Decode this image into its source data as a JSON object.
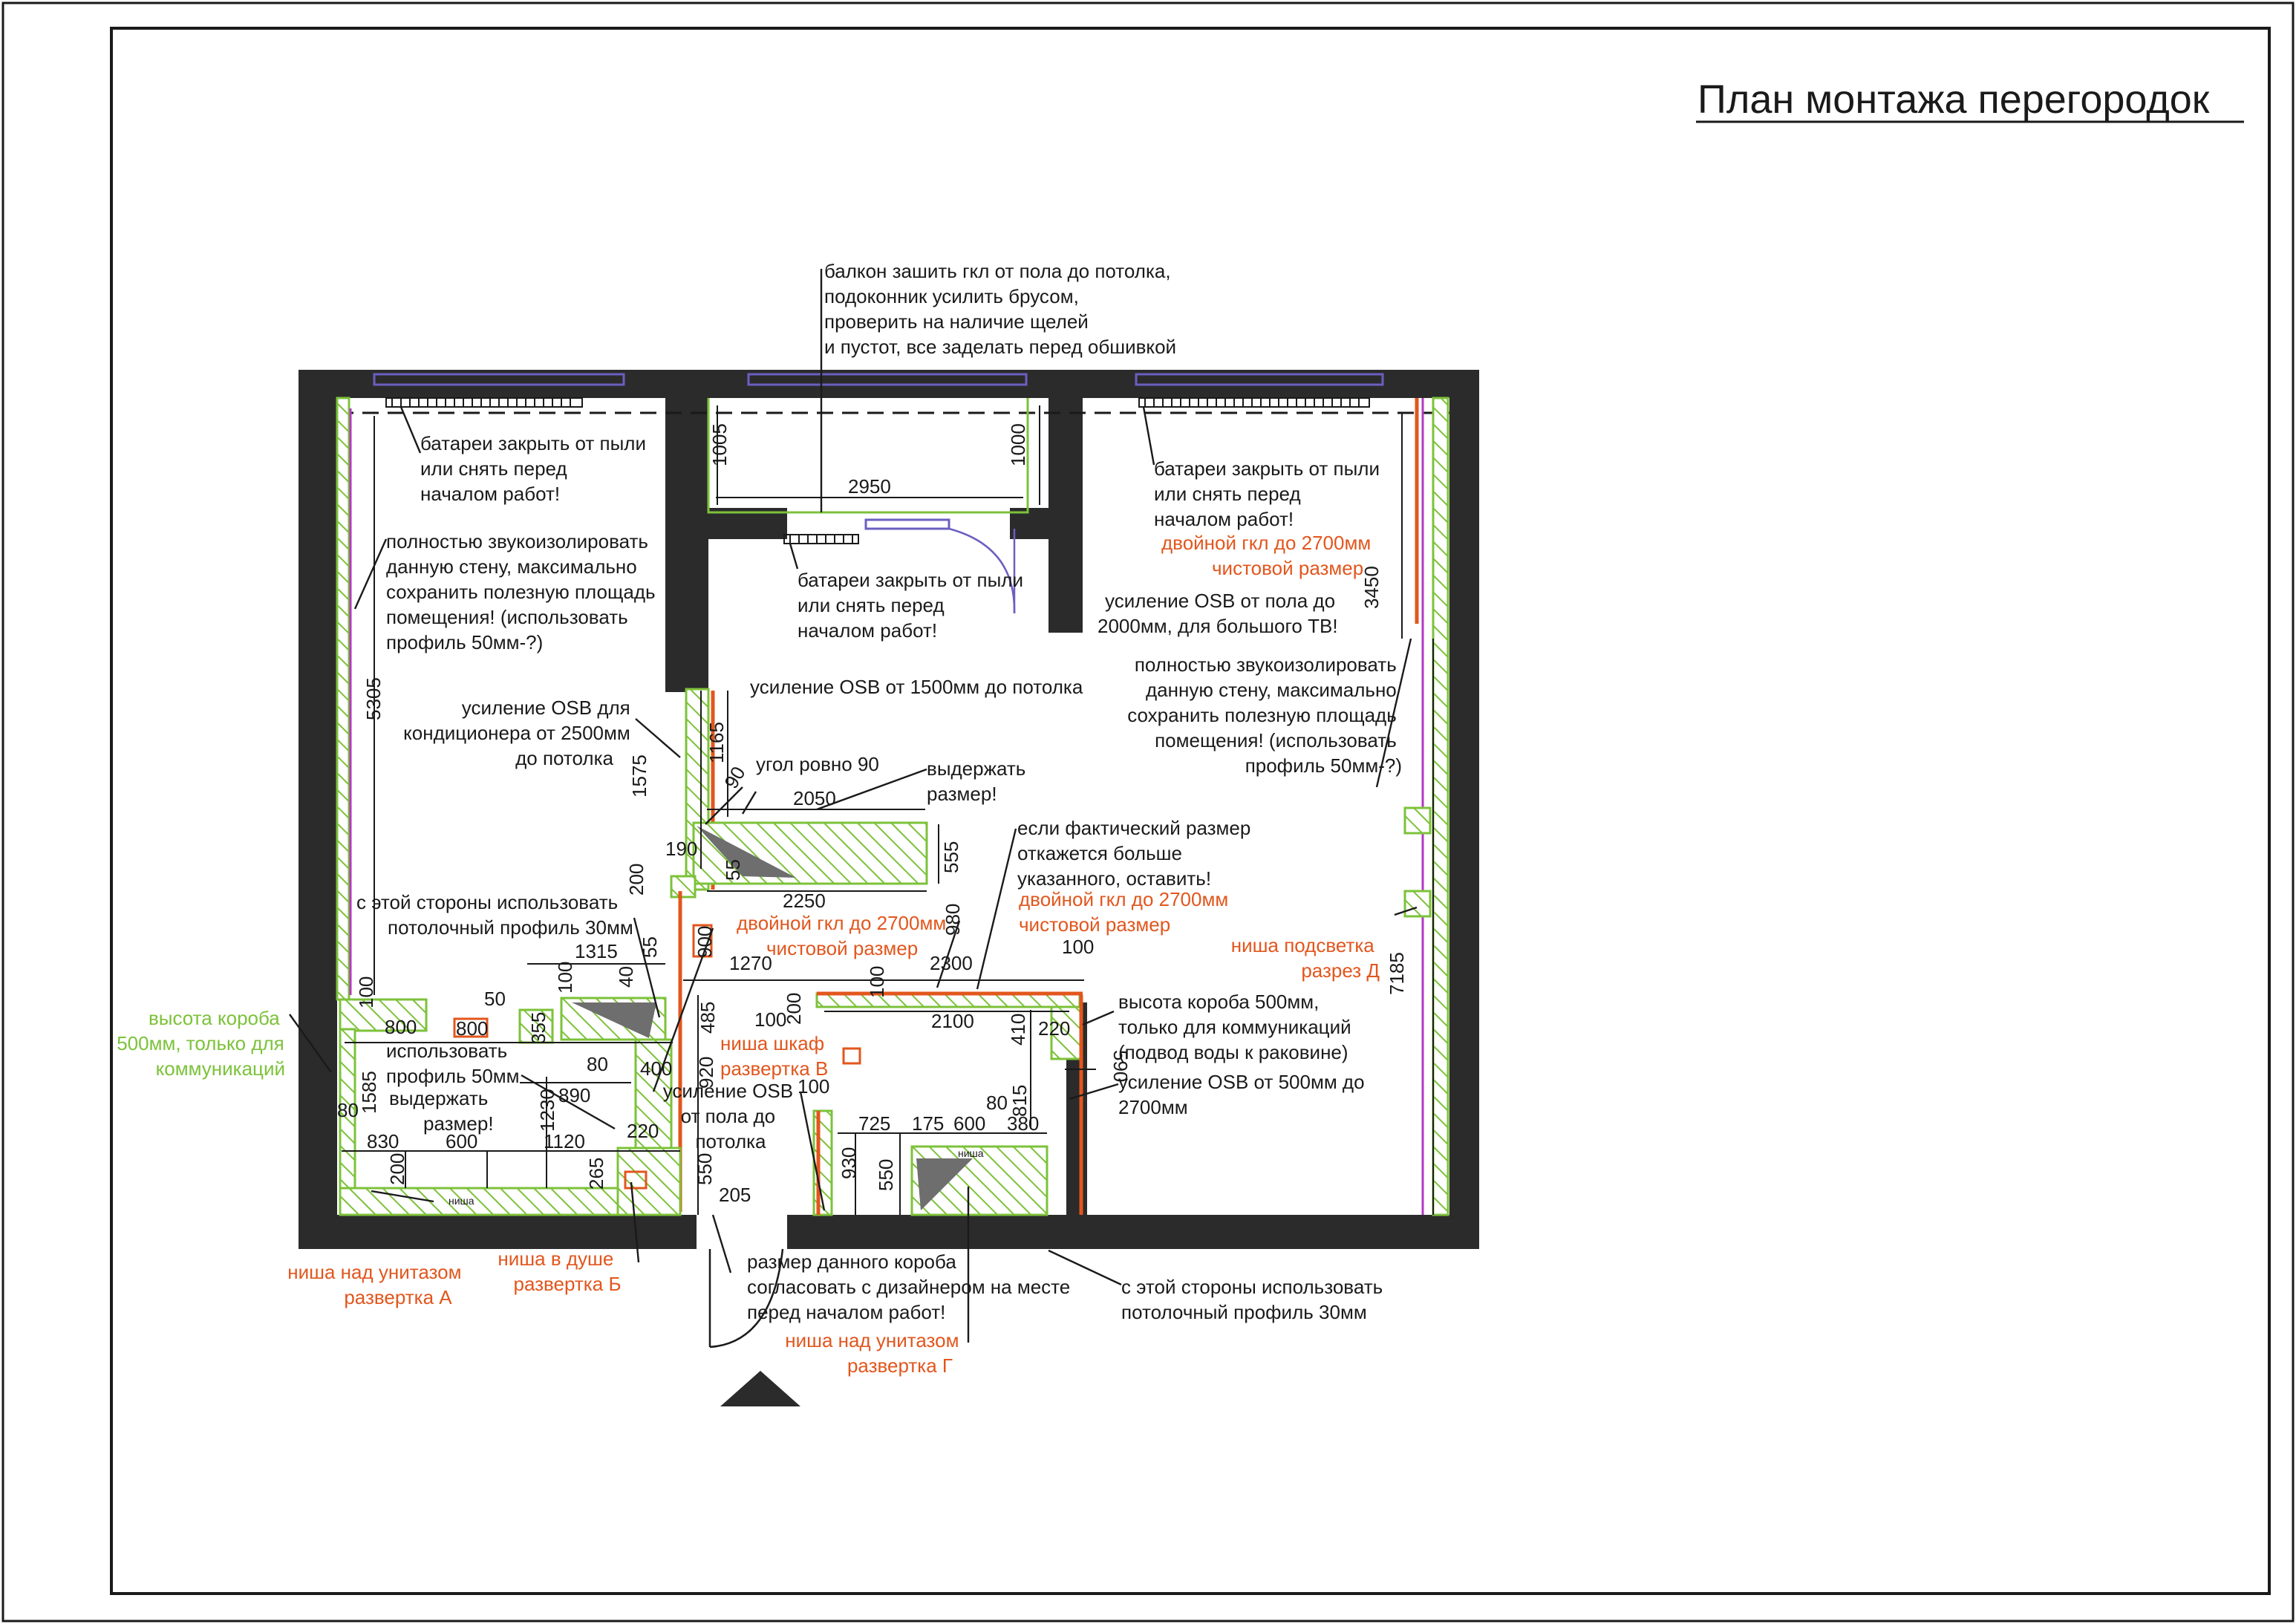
{
  "title": "План монтажа перегородок",
  "colors": {
    "wall": "#2b2b2b",
    "red_annotation": "#e2561d",
    "green_partition": "#7cc23a",
    "purple_wall_line": "#b23ac2",
    "window": "#6b5fc0"
  },
  "notes": {
    "balcony": [
      "балкон зашить гкл от пола до потолка,",
      "подоконник усилить брусом,",
      "проверить на наличие щелей",
      "и пустот, все заделать перед обшивкой"
    ],
    "battery_left": [
      "батареи закрыть от пыли",
      "или снять перед",
      "началом работ!"
    ],
    "battery_center": [
      "батареи закрыть от пыли",
      "или снять перед",
      "началом работ!"
    ],
    "battery_right": [
      "батареи закрыть от пыли",
      "или снять перед",
      "началом работ!"
    ],
    "soundproof_left": [
      "полностью звукоизолировать",
      "данную стену, максимально",
      "сохранить полезную площадь",
      "помещения! (использовать",
      "профиль 50мм-?)"
    ],
    "soundproof_right": [
      "полностью звукоизолировать",
      "данную стену, максимально",
      "сохранить полезную площадь",
      "помещения! (использовать",
      "профиль 50мм-?)"
    ],
    "osb_ac": [
      "усиление OSB для",
      "кондиционера от 2500мм",
      "до потолка"
    ],
    "osb_1500": "усиление OSB от 1500мм до потолка",
    "angle": "угол ровно 90",
    "keep_size_top": [
      "выдержать",
      "размер!"
    ],
    "if_actual": [
      "если фактический размер",
      "откажется больше",
      "указанного, оставить!"
    ],
    "ceiling_left": [
      "с этой стороны использовать",
      "потолочный профиль 30мм"
    ],
    "ceiling_bottom": [
      "с этой стороны использовать",
      "потолочный профиль 30мм"
    ],
    "osb_tv": [
      "усиление OSB от пола до",
      "2000мм, для большого ТВ!"
    ],
    "use_profile": [
      "использовать",
      "профиль 50мм"
    ],
    "keep_size_bottom": [
      "выдержать",
      "размер!"
    ],
    "osb_floor": [
      "усиление OSB",
      "от пола до",
      "потолка"
    ],
    "box_height": [
      "высота короба 500мм,",
      "только для коммуникаций",
      "(подвод воды к раковине)"
    ],
    "osb_500": [
      "усиление OSB от 500мм до",
      "2700мм"
    ],
    "box_size": [
      "размер данного короба",
      "согласовать с дизайнером на месте",
      "перед началом работ!"
    ],
    "niche_small_label": "ниша"
  },
  "red_notes": {
    "double_gkl_right": [
      "двойной гкл до 2700мм",
      "чистовой размер"
    ],
    "double_gkl_center": [
      "двойной гкл до 2700мм",
      "чистовой размер"
    ],
    "double_gkl_left": [
      "двойной гкл до 2700мм",
      "чистовой размер"
    ],
    "niche_light": [
      "ниша подсветка",
      "разрез Д"
    ],
    "niche_cabinet": [
      "ниша шкаф",
      "развертка В"
    ],
    "niche_toilet_a": [
      "ниша над унитазом",
      "развертка А"
    ],
    "niche_shower_b": [
      "ниша в душе",
      "развертка Б"
    ],
    "niche_toilet_g": [
      "ниша над унитазом",
      "развертка Г"
    ]
  },
  "green_notes": {
    "box_height_left": [
      "высота короба",
      "500мм, только для",
      "коммуникаций"
    ]
  },
  "dimensions": {
    "d1005": "1005",
    "d1000": "1000",
    "d2950": "2950",
    "d5305": "5305",
    "d3450": "3450",
    "d7185": "7185",
    "d1575": "1575",
    "d1165": "1165",
    "d2050": "2050",
    "d555": "555",
    "d190": "190",
    "d55a": "55",
    "d2250": "2250",
    "d200a": "200",
    "d55b": "55",
    "d900": "900",
    "d980": "980",
    "d1270": "1270",
    "d2300": "2300",
    "d100a": "100",
    "d100b": "100",
    "d1315": "1315",
    "d100c": "100",
    "d40": "40",
    "d50": "50",
    "d800a": "800",
    "d800b": "800",
    "d355": "355",
    "d485": "485",
    "d100d": "100",
    "d200b": "200",
    "d100e": "100",
    "d2100": "2100",
    "d410": "410",
    "d220a": "220",
    "d590": "590",
    "d80a": "80",
    "d400": "400",
    "d920": "920",
    "d890": "890",
    "d1230": "1230",
    "d220b": "220",
    "d1585": "1585",
    "d80b": "80",
    "d830": "830",
    "d600a": "600",
    "d1120": "1120",
    "d200c": "200",
    "d265": "265",
    "d550a": "550",
    "d205": "205",
    "d100f": "100",
    "d815": "815",
    "d80c": "80",
    "d725": "725",
    "d175": "175",
    "d600b": "600",
    "d380": "380",
    "d930": "930",
    "d550b": "550",
    "d90": "90"
  }
}
